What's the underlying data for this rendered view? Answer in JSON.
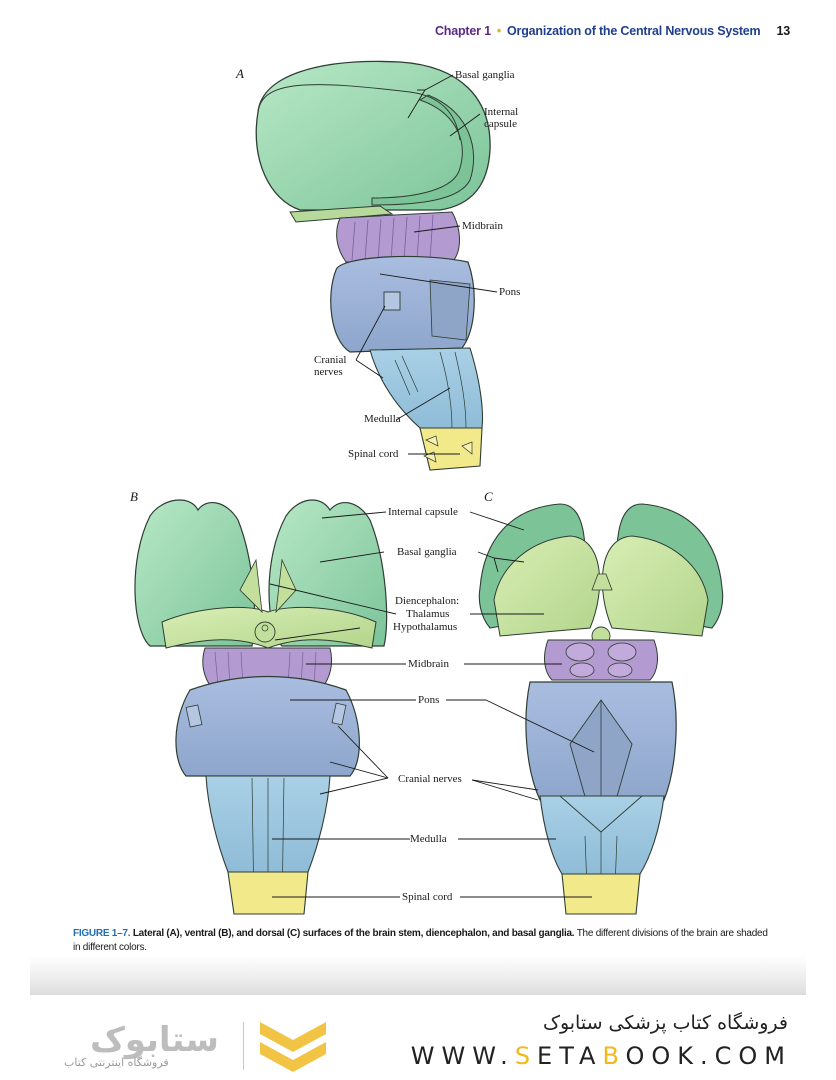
{
  "running_head": {
    "chapter": "Chapter 1",
    "separator": "•",
    "title": "Organization of the Central Nervous System",
    "page_number": "13"
  },
  "figure": {
    "panels": [
      {
        "letter": "A",
        "view": "Lateral",
        "labels": [
          "Basal ganglia",
          "Internal capsule",
          "Midbrain",
          "Pons",
          "Cranial nerves",
          "Medulla",
          "Spinal cord"
        ]
      },
      {
        "letter": "B",
        "view": "Ventral",
        "labels": [
          "Internal capsule",
          "Basal ganglia",
          "Diencephalon:",
          "Thalamus",
          "Hypothalamus",
          "Midbrain",
          "Pons",
          "Cranial nerves",
          "Medulla",
          "Spinal cord"
        ]
      },
      {
        "letter": "C",
        "view": "Dorsal",
        "labels": [
          "Internal capsule",
          "Basal ganglia",
          "Thalamus",
          "Midbrain",
          "Pons",
          "Cranial nerves",
          "Medulla",
          "Spinal cord"
        ]
      }
    ],
    "panel_a_labels": {
      "basal_ganglia": "Basal ganglia",
      "internal_capsule_1": "Internal",
      "internal_capsule_2": "capsule",
      "midbrain": "Midbrain",
      "pons": "Pons",
      "cranial_nerves_1": "Cranial",
      "cranial_nerves_2": "nerves",
      "medulla": "Medulla",
      "spinal_cord": "Spinal cord"
    },
    "shared_labels": {
      "internal_capsule": "Internal capsule",
      "basal_ganglia": "Basal ganglia",
      "diencephalon": "Diencephalon:",
      "thalamus": "Thalamus",
      "hypothalamus": "Hypothalamus",
      "midbrain": "Midbrain",
      "pons": "Pons",
      "cranial_nerves": "Cranial nerves",
      "medulla": "Medulla",
      "spinal_cord": "Spinal cord"
    },
    "colors": {
      "basal_ganglia": "#8fd1a6",
      "internal_capsule": "#7cc498",
      "diencephalon": "#c3df9c",
      "midbrain": "#b39ad0",
      "pons": "#97aed3",
      "medulla": "#9fc7e0",
      "spinal_cord": "#f2e98a",
      "outline": "#3a4a40"
    },
    "caption": {
      "number": "FIGURE 1–7.",
      "bold_text": "Lateral (A), ventral (B), and dorsal (C) surfaces of the brain stem, diencephalon, and basal ganglia.",
      "plain_text": "The different divisions of the brain are shaded in different colors."
    }
  },
  "footer": {
    "store_name_fa": "فروشگاه کتاب پزشکی ستابوک",
    "url_parts": [
      "WWW.",
      "S",
      "ETA",
      "B",
      "OOK.COM"
    ],
    "logo_text": "ستابوک",
    "logo_subtitle": "فروشگاه اینترنتی کتاب",
    "accent_color": "#f2b81c"
  }
}
